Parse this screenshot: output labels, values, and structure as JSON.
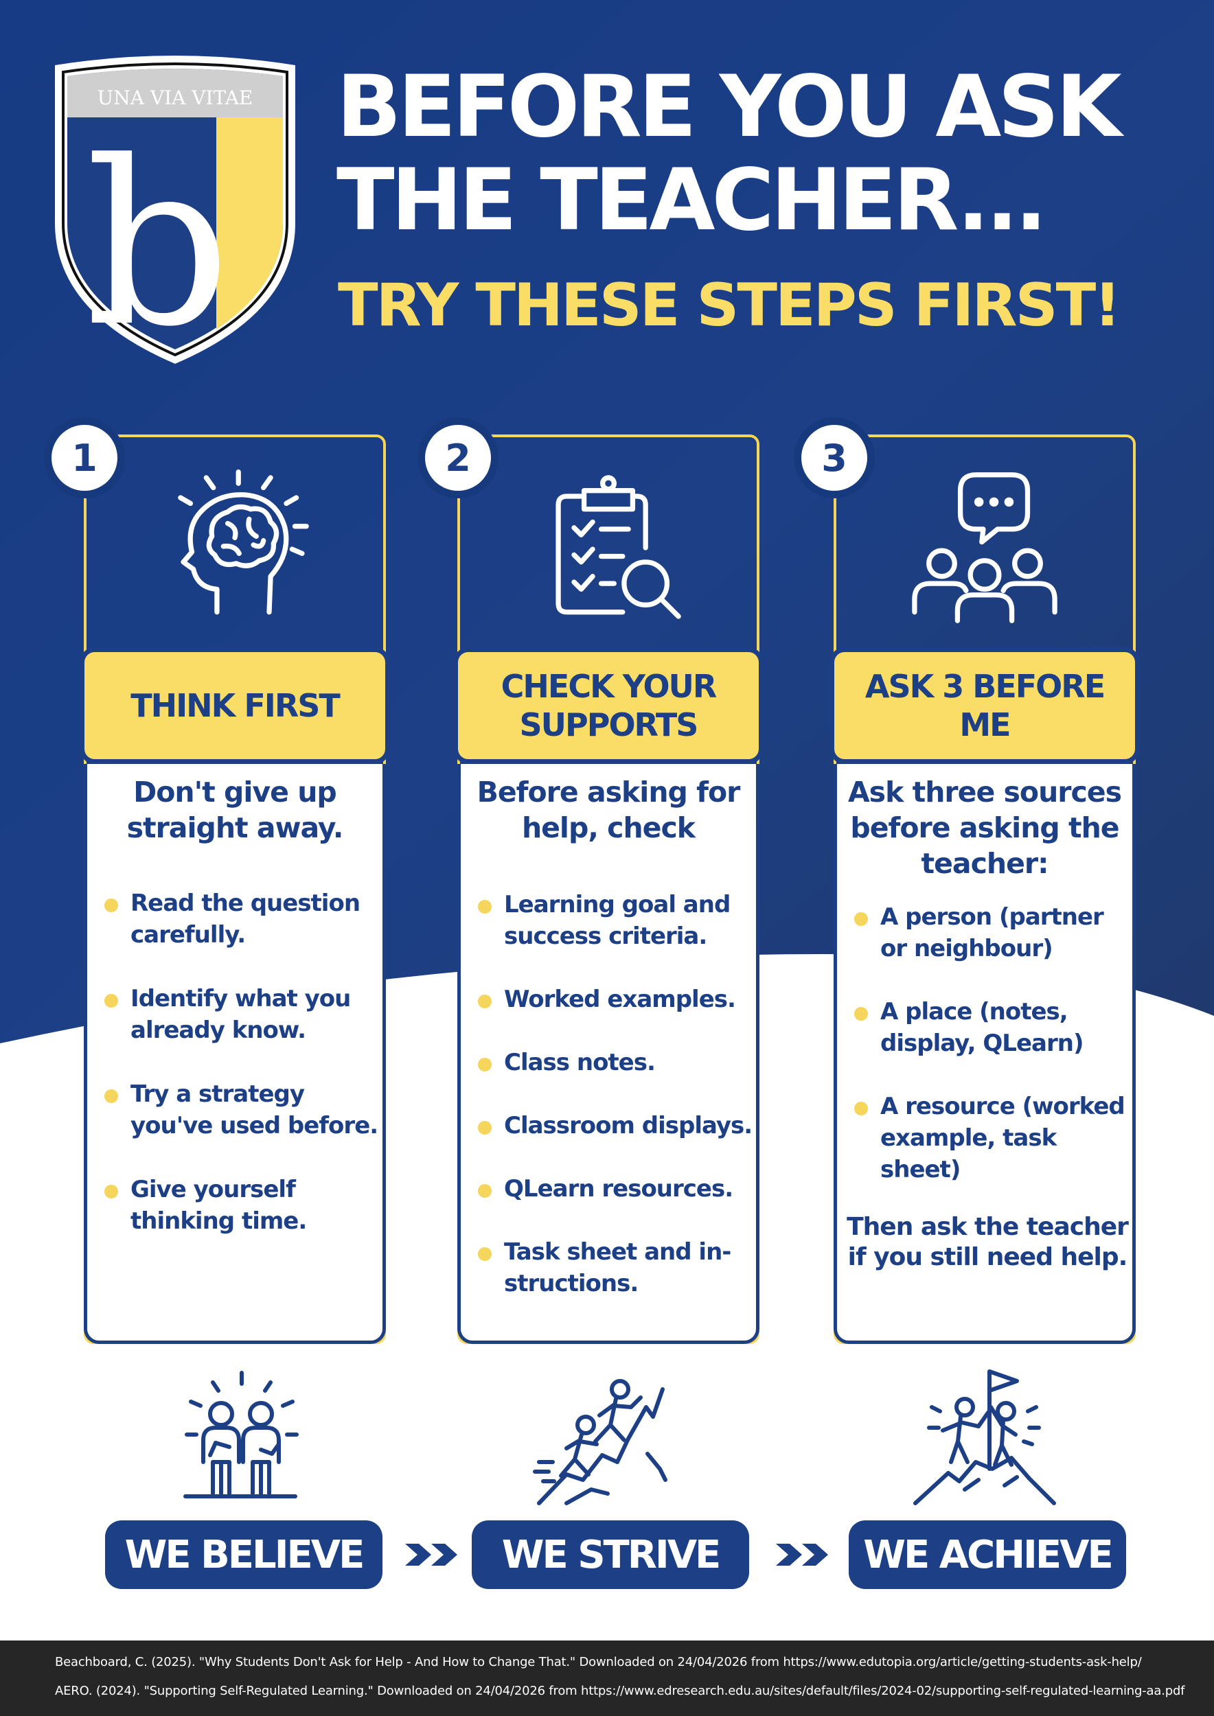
{
  "crest": {
    "motto": "UNA VIA VITAE",
    "letter": "b"
  },
  "header": {
    "title_line1": "BEFORE YOU ASK",
    "title_line2": "THE TEACHER...",
    "subtitle": "TRY THESE STEPS FIRST!"
  },
  "steps": [
    {
      "number": "1",
      "icon": "thinking-head-icon",
      "label": "THINK FIRST",
      "intro": "Don't give up straight away.",
      "items": [
        "Read the question carefully.",
        "Identify what you already know.",
        "Try a strategy you've used before.",
        "Give yourself thinking time."
      ]
    },
    {
      "number": "2",
      "icon": "checklist-magnifier-icon",
      "label": "CHECK YOUR SUPPORTS",
      "intro": "Before asking for help, check",
      "items": [
        "Learning goal and success criteria.",
        "Worked examples.",
        "Class notes.",
        "Classroom displays.",
        "QLearn resources.",
        "Task sheet and in-structions."
      ]
    },
    {
      "number": "3",
      "icon": "group-chat-icon",
      "label": "ASK 3 BEFORE ME",
      "intro": "Ask three sources before asking the teacher:",
      "items": [
        "A person (partner or neighbour)",
        "A place (notes, display, QLearn)",
        "A resource (worked example, task sheet)"
      ],
      "outro": "Then ask the teacher if you still need help."
    }
  ],
  "mottos": [
    {
      "label": "WE BELIEVE",
      "icon": "two-people-standing-icon"
    },
    {
      "label": "WE STRIVE",
      "icon": "climbing-people-icon"
    },
    {
      "label": "WE ACHIEVE",
      "icon": "summit-flag-icon"
    }
  ],
  "references": [
    "Beachboard, C. (2025). \"Why Students Don't Ask for Help - And How to Change That.\" Downloaded on 24/04/2026 from https://www.edutopia.org/article/getting-students-ask-help/",
    "AERO. (2024). \"Supporting Self-Regulated Learning.\" Downloaded on 24/04/2026 from https://www.edresearch.edu.au/sites/default/files/2024-02/supporting-self-regulated-learning-aa.pdf"
  ],
  "colors": {
    "navy": "#1c3f86",
    "navy_dark": "#173a7e",
    "yellow": "#f9dd66",
    "footer": "#262626"
  }
}
